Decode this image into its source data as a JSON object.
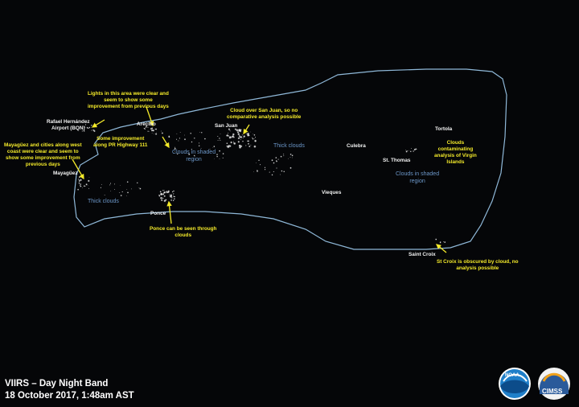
{
  "caption": {
    "line1": "VIIRS – Day Night Band",
    "line2": "18 October 2017, 1:48am AST"
  },
  "places": {
    "bqn": [
      "Rafael Hernández",
      "Airport (BQN)"
    ],
    "arecibo": "Arecibo",
    "san_juan": "San Juan",
    "mayaguez": "Mayagüez",
    "ponce": "Ponce",
    "culebra": "Culebra",
    "st_thomas": "St. Thomas",
    "tortola": "Tortola",
    "vieques": "Vieques",
    "saint_croix": "Saint Croix"
  },
  "annotations": {
    "lights_clear": [
      "Lights in this area were clear and",
      "seem to show some",
      "improvement from previous days"
    ],
    "highway": [
      "Some improvement",
      "along PR Highway 111"
    ],
    "west_coast": [
      "Mayagüez and cities along west",
      "coast were clear and seem to",
      "show some improvement from",
      "previous days"
    ],
    "san_juan_cloud": [
      "Cloud over San Juan, so no",
      "comparative analysis possible"
    ],
    "ponce_clouds": [
      "Ponce can be seen through",
      "clouds"
    ],
    "virgin_islands": [
      "Clouds",
      "contaminating",
      "analysis of Virgin",
      "Islands"
    ],
    "st_croix": [
      "St Croix is obscured by cloud, no",
      "analysis possible"
    ]
  },
  "cloud_labels": {
    "center": [
      "Clouds in shaded",
      "region"
    ],
    "thick_center": "Thick clouds",
    "thick_west": "Thick clouds",
    "east": [
      "Clouds in shaded",
      "region"
    ]
  },
  "logos": {
    "noaa_text": "NOAA",
    "cimss_text": "CIMSS"
  },
  "colors": {
    "annotation": "#f4ea2a",
    "cloud_label": "#6c97c9",
    "outline": "#8fb8d8",
    "background": "#050608"
  }
}
